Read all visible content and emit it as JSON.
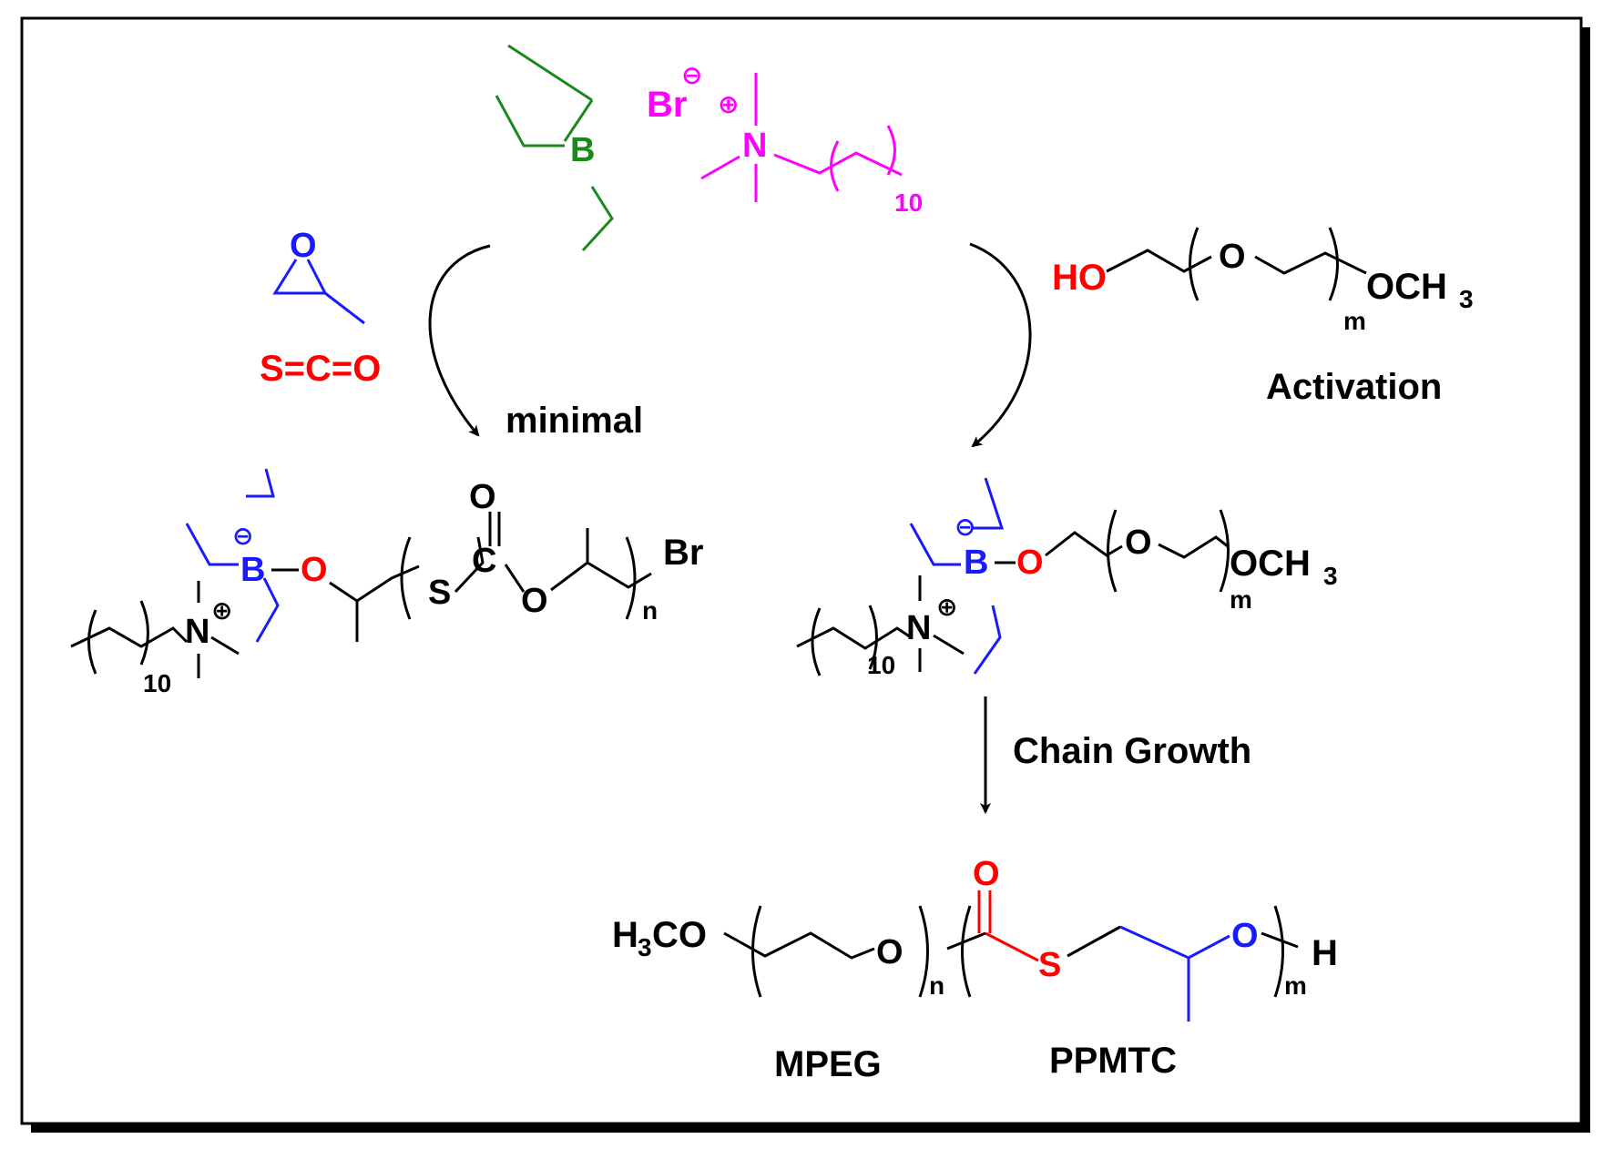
{
  "colors": {
    "black": "#000000",
    "boron_green": "#1a8a1a",
    "ammonium_magenta": "#ff00ff",
    "oxygen_red": "#ff0000",
    "blue": "#1a1aff"
  },
  "reagents": {
    "boron": "B",
    "bromide": "Br",
    "nitrogen": "N",
    "chain_repeat": "10",
    "epoxide_oxygen": "O",
    "cos": "S=C=O",
    "mpeg_ho": "HO",
    "mpeg_o": "O",
    "mpeg_och3": "OCH",
    "mpeg_3": "3",
    "mpeg_m": "m"
  },
  "labels": {
    "minimal": "minimal",
    "activation": "Activation",
    "chain_growth": "Chain Growth",
    "mpeg": "MPEG",
    "ppmtc": "PPMTC"
  },
  "left_product": {
    "boron": "B",
    "oxygen": "O",
    "nitrogen": "N",
    "chain_repeat": "10",
    "sulfur": "S",
    "carbon": "C",
    "carbonyl_o": "O",
    "ester_o": "O",
    "bromine": "Br",
    "n": "n"
  },
  "right_product": {
    "boron": "B",
    "oxygen": "O",
    "peg_o": "O",
    "och3": "OCH",
    "sub3": "3",
    "m": "m",
    "nitrogen": "N",
    "chain_repeat": "10"
  },
  "final_product": {
    "h3": "H",
    "sub3": "3",
    "co": "CO",
    "o1": "O",
    "n": "n",
    "carbonyl_o": "O",
    "sulfur": "S",
    "o2": "O",
    "m": "m",
    "h": "H"
  }
}
